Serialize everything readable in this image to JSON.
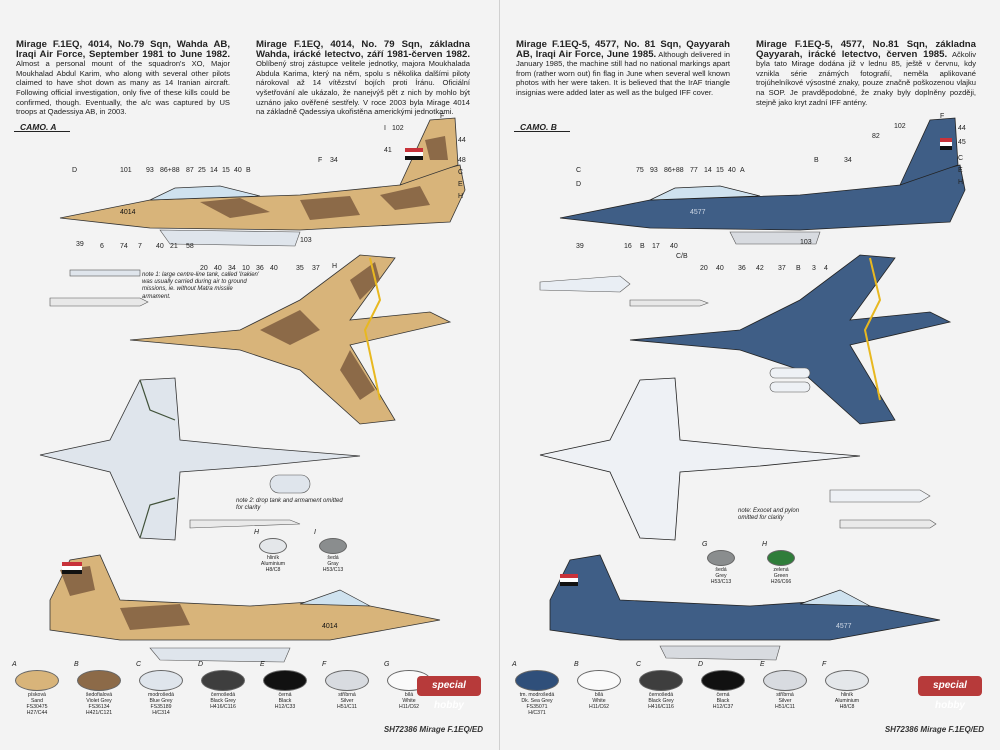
{
  "left": {
    "text_en_title": "Mirage F.1EQ, 4014, No.79 Sqn, Wahda AB, Iraqi Air Force, September 1981 to June 1982.",
    "text_en_body": "Almost a personal mount of the squadron's XO, Major Moukhalad Abdul Karim, who along with several other pilots claimed to have shot down as many as 14 Iranian aircraft. Following official investigation, only five of these kills could be confirmed, though. Eventually, the a/c was captured by US troops at Qadessiya AB, in 2003.",
    "text_cz_title": "Mirage F.1EQ, 4014, No. 79 Sqn, základna Wahda, irácké letectvo, září 1981-červen 1982.",
    "text_cz_body": "Oblíbený stroj zástupce velitele jednotky, majora Moukhalada Abdula Karima, který na něm, spolu s několika dalšími piloty nárokoval až 14 vítězství bojích proti Íránu. Oficiální vyšetřování ale ukázalo, že nanejvýš pět z nich by mohlo být uznáno jako ověřené sestřely. V roce 2003 byla Mirage 4014 na základně Qadessiya ukořistěna americkými jednotkami.",
    "camo": "CAMO. A",
    "serial": "4014",
    "note1": "note 1: large centre-line tank, called 'Irakien' was usually carried during air to ground missions, ie. without Matra missile armament.",
    "note2": "note 2: drop tank and armament omitted for clarity",
    "colors": {
      "sand": "#d8b47a",
      "brown": "#8c6a48",
      "green_dark": "#41523a"
    },
    "mini_swatches": [
      {
        "letter": "H",
        "cz": "hliník",
        "en": "Aluminium",
        "code": "H8/C8",
        "color": "#e4e7ea"
      },
      {
        "letter": "I",
        "cz": "šedá",
        "en": "Gray",
        "code": "H53/C13",
        "color": "#8a8d8e"
      }
    ],
    "swatches": [
      {
        "letter": "A",
        "cz": "písková",
        "en": "Sand",
        "code1": "FS30475",
        "code2": "H27/C44",
        "color": "#d8b47a"
      },
      {
        "letter": "B",
        "cz": "šedofialová",
        "en": "Violet Grey",
        "code1": "FS36134",
        "code2": "H421/C121",
        "color": "#8c6a48"
      },
      {
        "letter": "C",
        "cz": "modrošedá",
        "en": "Blue Grey",
        "code1": "FS35189",
        "code2": "H/C314",
        "color": "#dfe5ec"
      },
      {
        "letter": "D",
        "cz": "černošedá",
        "en": "Black Grey",
        "code1": "H416/C116",
        "code2": "",
        "color": "#3e3e3e"
      },
      {
        "letter": "E",
        "cz": "černá",
        "en": "Black",
        "code1": "H12/C33",
        "code2": "",
        "color": "#111111"
      },
      {
        "letter": "F",
        "cz": "stříbrná",
        "en": "Silver",
        "code1": "H51/C11",
        "code2": "",
        "color": "#d8dbe0"
      },
      {
        "letter": "G",
        "cz": "bílá",
        "en": "White",
        "code1": "H11/C62",
        "code2": "",
        "color": "#fafafa"
      }
    ]
  },
  "right": {
    "text_en_title": "Mirage F.1EQ-5, 4577, No. 81 Sqn, Qayyarah AB, Iraqi Air Force, June 1985.",
    "text_en_body": "Although delivered in January 1985, the machine still had no national markings apart from (rather worn out) fin flag in June when several well known photos with her were taken. It is believed that the IrAF triangle insignias were added later as well as the bulged IFF cover.",
    "text_cz_title": "Mirage F.1EQ-5, 4577, No.81 Sqn, základna Qayyarah, irácké letectvo, červen 1985.",
    "text_cz_body": "Ačkoliv byla tato Mirage dodána již v lednu 85, ještě v červnu, kdy vznikla série známých fotografií, neměla aplikované trojúhelníkové výsostné znaky, pouze značně poškozenou vlajku na SOP. Je pravděpodobné, že znaky byly doplněny později, stejně jako kryt zadní IFF antény.",
    "camo": "CAMO. B",
    "serial": "4577",
    "note": "note: Exocet and pylon omitted for clarity",
    "colors": {
      "blue": "#3f5e86",
      "blue_dark": "#2d4466"
    },
    "mini_swatches": [
      {
        "letter": "G",
        "cz": "šedá",
        "en": "Grey",
        "code": "H53/C13",
        "color": "#8a8d8e"
      },
      {
        "letter": "H",
        "cz": "zelená",
        "en": "Green",
        "code": "H26/C66",
        "color": "#2f7d3a"
      }
    ],
    "swatches": [
      {
        "letter": "A",
        "cz": "tm. modrošedá",
        "en": "Dk. Sea Grey",
        "code1": "FS35071",
        "code2": "H/C371",
        "color": "#2f4f7a"
      },
      {
        "letter": "B",
        "cz": "bílá",
        "en": "White",
        "code1": "H11/C62",
        "code2": "",
        "color": "#fafafa"
      },
      {
        "letter": "C",
        "cz": "černošedá",
        "en": "Black Grey",
        "code1": "H416/C116",
        "code2": "",
        "color": "#3e3e3e"
      },
      {
        "letter": "D",
        "cz": "černá",
        "en": "Black",
        "code1": "H12/C37",
        "code2": "",
        "color": "#111111"
      },
      {
        "letter": "E",
        "cz": "stříbrná",
        "en": "Silver",
        "code1": "H51/C11",
        "code2": "",
        "color": "#d8dbe0"
      },
      {
        "letter": "F",
        "cz": "hliník",
        "en": "Aluminium",
        "code1": "H8/C8",
        "code2": "",
        "color": "#e4e7ea"
      }
    ]
  },
  "brand": "special hobby",
  "product_code": "SH72386 Mirage F.1EQ/ED",
  "callouts_left_top": [
    "D",
    "101",
    "93",
    "86+88",
    "87",
    "25",
    "14",
    "15",
    "40",
    "B",
    "F",
    "34",
    "I",
    "102",
    "F",
    "41",
    "44",
    "48",
    "C",
    "E",
    "H"
  ],
  "callouts_left_bottom": [
    "39",
    "6",
    "74",
    "7",
    "40",
    "21",
    "58",
    "20",
    "40",
    "34",
    "10",
    "36",
    "40",
    "35",
    "37",
    "H",
    "103"
  ],
  "callouts_right_top": [
    "C",
    "D",
    "75",
    "93",
    "86+88",
    "77",
    "14",
    "15",
    "40",
    "A",
    "B",
    "34",
    "82",
    "102",
    "F",
    "44",
    "45",
    "C",
    "E",
    "H"
  ],
  "callouts_right_bottom": [
    "39",
    "16",
    "B",
    "17",
    "40",
    "C/B",
    "20",
    "40",
    "36",
    "42",
    "37",
    "B",
    "3",
    "4",
    "103"
  ]
}
